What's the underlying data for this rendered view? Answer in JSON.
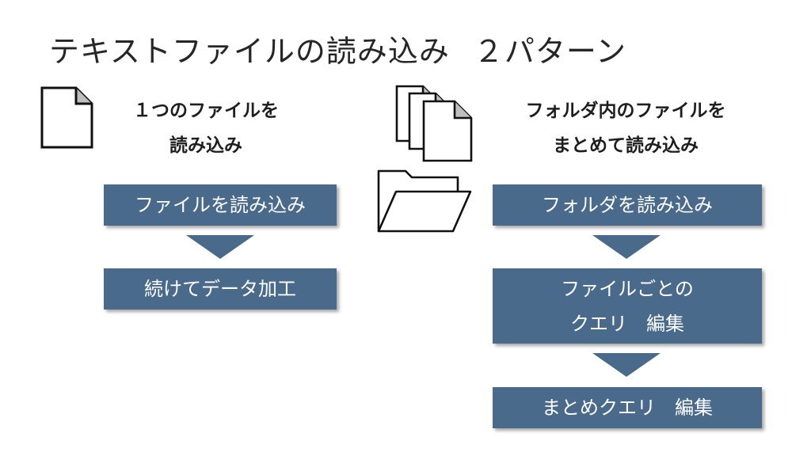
{
  "title": {
    "main": "テキストファイルの読み込み",
    "sub": "２パターン"
  },
  "left": {
    "heading_line1": "１つのファイルを",
    "heading_line2": "読み込み",
    "step1": "ファイルを読み込み",
    "step2": "続けてデータ加工"
  },
  "right": {
    "heading_line1": "フォルダ内のファイルを",
    "heading_line2": "まとめて読み込み",
    "step1": "フォルダを読み込み",
    "step2_line1": "ファイルごとの",
    "step2_line2": "クエリ　編集",
    "step3": "まとめクエリ　編集"
  },
  "colors": {
    "box": "#4a6a8c",
    "text_on_box": "#ffffff"
  }
}
